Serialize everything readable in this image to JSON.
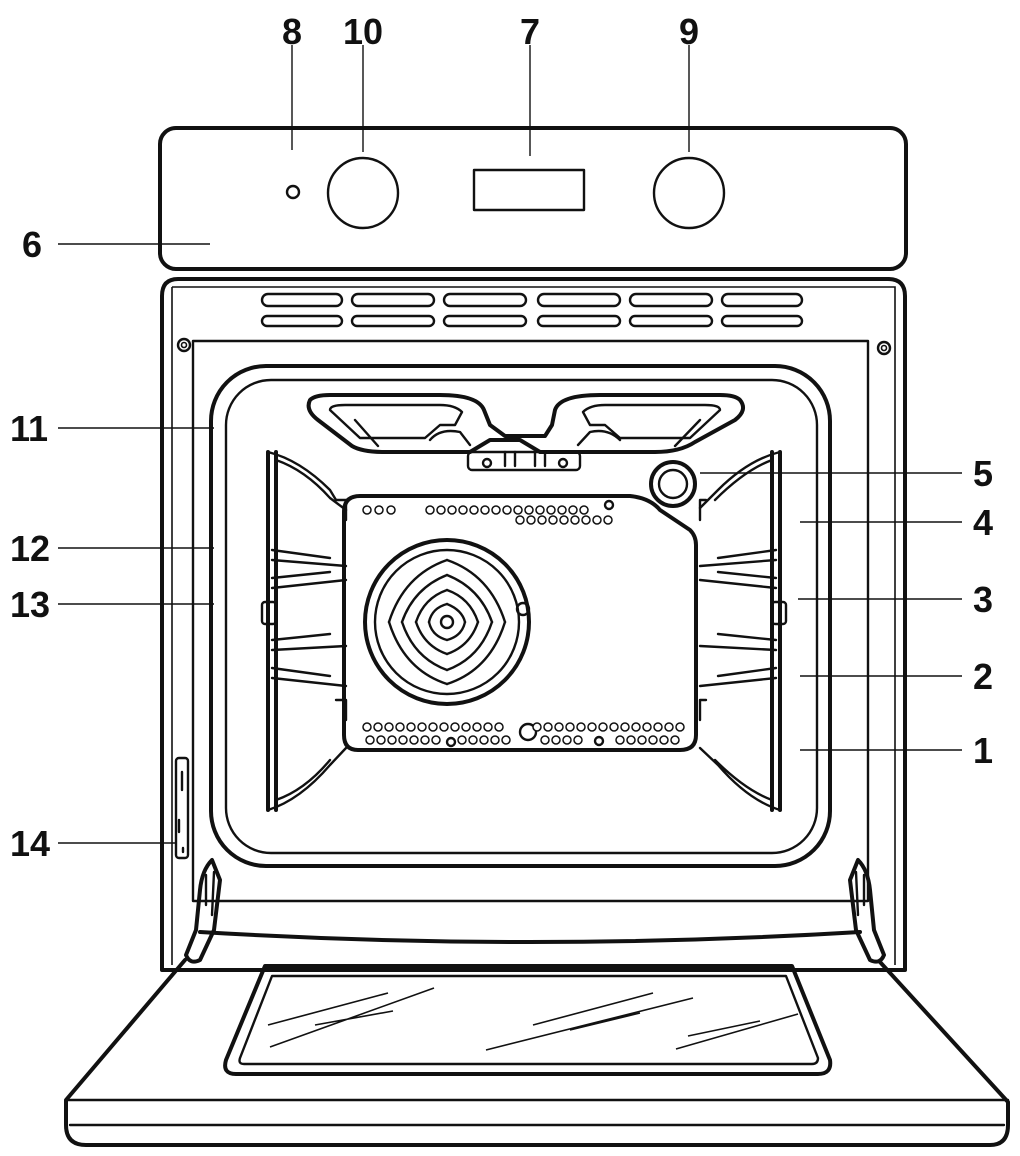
{
  "diagram": {
    "callouts": [
      {
        "id": "1",
        "text": "1"
      },
      {
        "id": "2",
        "text": "2"
      },
      {
        "id": "3",
        "text": "3"
      },
      {
        "id": "4",
        "text": "4"
      },
      {
        "id": "5",
        "text": "5"
      },
      {
        "id": "6",
        "text": "6"
      },
      {
        "id": "7",
        "text": "7"
      },
      {
        "id": "8",
        "text": "8"
      },
      {
        "id": "9",
        "text": "9"
      },
      {
        "id": "10",
        "text": "10"
      },
      {
        "id": "11",
        "text": "11"
      },
      {
        "id": "12",
        "text": "12"
      },
      {
        "id": "13",
        "text": "13"
      },
      {
        "id": "14",
        "text": "14"
      }
    ],
    "colors": {
      "ink": "#111111",
      "background": "#ffffff"
    }
  }
}
